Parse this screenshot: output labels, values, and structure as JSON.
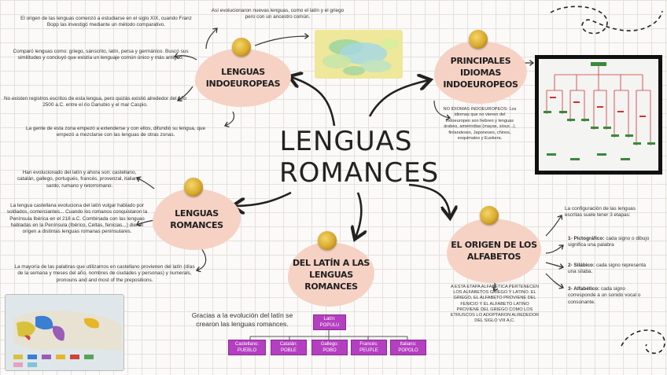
{
  "main_title": {
    "line1": "LENGUAS",
    "line2": "ROMANCES"
  },
  "nodes": {
    "indoeuropeas": {
      "line1": "LENGUAS",
      "line2": "INDOEUROPEAS"
    },
    "principales": {
      "line1": "PRINCIPALES",
      "line2": "IDIOMAS",
      "line3": "INDOEUROPEOS"
    },
    "romances": {
      "line1": "LENGUAS",
      "line2": "ROMANCES"
    },
    "latin": {
      "line1": "DEL LATÍN A LAS",
      "line2": "LENGUAS",
      "line3": "ROMANCES"
    },
    "alfabetos": {
      "line1": "EL ORIGEN DE LOS",
      "line2": "ALFABETOS"
    }
  },
  "texts": {
    "origen_siglo": "El origen de las lenguas comenzó a estudiarse en el siglo XIX, cuando Franz Bopp las investigó mediante un método comparativo.",
    "comparo": "Comparó lenguas como: griego, sánscrito, latín, persa y germánico. Buscó sus similitudes y concluyó que existía un lenguaje común único y más antiguo.",
    "evolucionaron": "Así evolucionaron nuevas lenguas, como el latín y el griego pero con un ancestro común.",
    "registros": "No existen registros escritos de esta lengua, pero quizás existió alrededor del año 2500 a.C. entre el río Danubio y el mar Caspio.",
    "gente_zona": "La gente de esta zona empezó a extenderse y con ellos, difundió su lengua, que empezó a mezclarse con las lenguas de otras zonas.",
    "no_idiomas": "NO IDIOMAS INDOEUROPEOS: Los idiomas que no vienen del indoeuropeo son hebreo y lenguas árabes, amerindias (mayas, sioux...), finlandeses, Japoneses, chinos, esquimales y Euskera.",
    "han_evolucionado": "Han evolucionado del latín y ahora son: castellano, catalán, gallego, portugués, francés, provenzal, italiano, sardo, rumano y retorromano.",
    "castellana": "La lengua castellana evoluciona del latín vulgar hablado por soldados, comerciantes... Cuando los romanos conquistaron la Península Ibérica en el 218 a.C. Combinada con las lenguas habladas en la Península (Ibérico, Celtas, fenicias...) dieron origen a distintas lenguas romanas peninsulares.",
    "mayoria": "La mayoría de las palabras que utilizamos en castellano provienen del latín (días de la semana y meses del año, nombres de ciudades y personas) y numerals, pronouns and and most of the prepositions.",
    "gracias": "Gracias a la evolución del latín se crearon las lenguas romances.",
    "etapa": "A ESTA ETAPA ALFABÉTICA PERTENECEN LOS ALFABETOS GRIEGO Y LATINO. EL GRIEGO, EL ALFABETO PROVIENE DEL FENICIO Y EL ALFABETO LATINO PROVIENE DEL GRIEGO COMO LOS ETRUSCOS LO ADOPTARON ALREDEDOR DEL SIGLO VIII A.C.",
    "configuracion": "La configuración de las lenguas escritas suele tener 3 etapas:",
    "etapa1_label": "1- Pictográfico:",
    "etapa1_text": "cada signo o dibujo significa una palabra",
    "etapa2_label": "2- Silábico:",
    "etapa2_text": "cada signo representa una sílaba.",
    "etapa3_label": "3- Alfabético:",
    "etapa3_text": "cada signo corresponde a un sonido vocal o consonante."
  },
  "tree": {
    "root": {
      "name": "Latín:",
      "word": "POPULU"
    },
    "children": [
      {
        "name": "Castellano:",
        "word": "PUEBLO"
      },
      {
        "name": "Catalán:",
        "word": "POBLE"
      },
      {
        "name": "Gallego:",
        "word": "POBO"
      },
      {
        "name": "Francés:",
        "word": "PEUPLE"
      },
      {
        "name": "Italiano:",
        "word": "POPOLO"
      }
    ]
  },
  "colors": {
    "blob": "#f6d2c5",
    "tree_node": "#b43fc0",
    "pin": "#d9a92c"
  },
  "icons": [
    "pushpin-icon",
    "curved-arrow-icon",
    "spiral-doodle-icon"
  ]
}
